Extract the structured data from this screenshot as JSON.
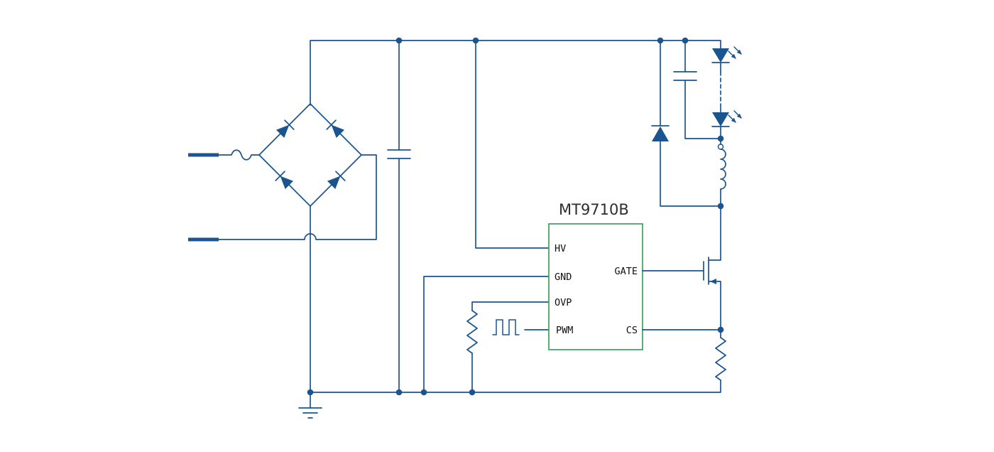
{
  "ic": {
    "name": "MT9710B",
    "pins_left": [
      "HV",
      "GND",
      "OVP",
      "PWM"
    ],
    "pins_right": [
      "GATE",
      "CS"
    ]
  },
  "colors": {
    "wire": "#1a5590",
    "ic_border": "#3fa05f",
    "title": "#2e2e2e",
    "pin_label": "#101010",
    "background": "#ffffff"
  },
  "components": [
    "ac-input-terminals",
    "fuse-symbol",
    "bridge-rectifier",
    "input-capacitor",
    "hv-rail",
    "ground-bus",
    "earth-ground-symbol",
    "ovp-resistor",
    "pwm-square-wave-signal",
    "ic-mt9710b",
    "freewheel-diode",
    "output-capacitor",
    "led-string",
    "inductor",
    "n-mosfet",
    "current-sense-resistor"
  ]
}
